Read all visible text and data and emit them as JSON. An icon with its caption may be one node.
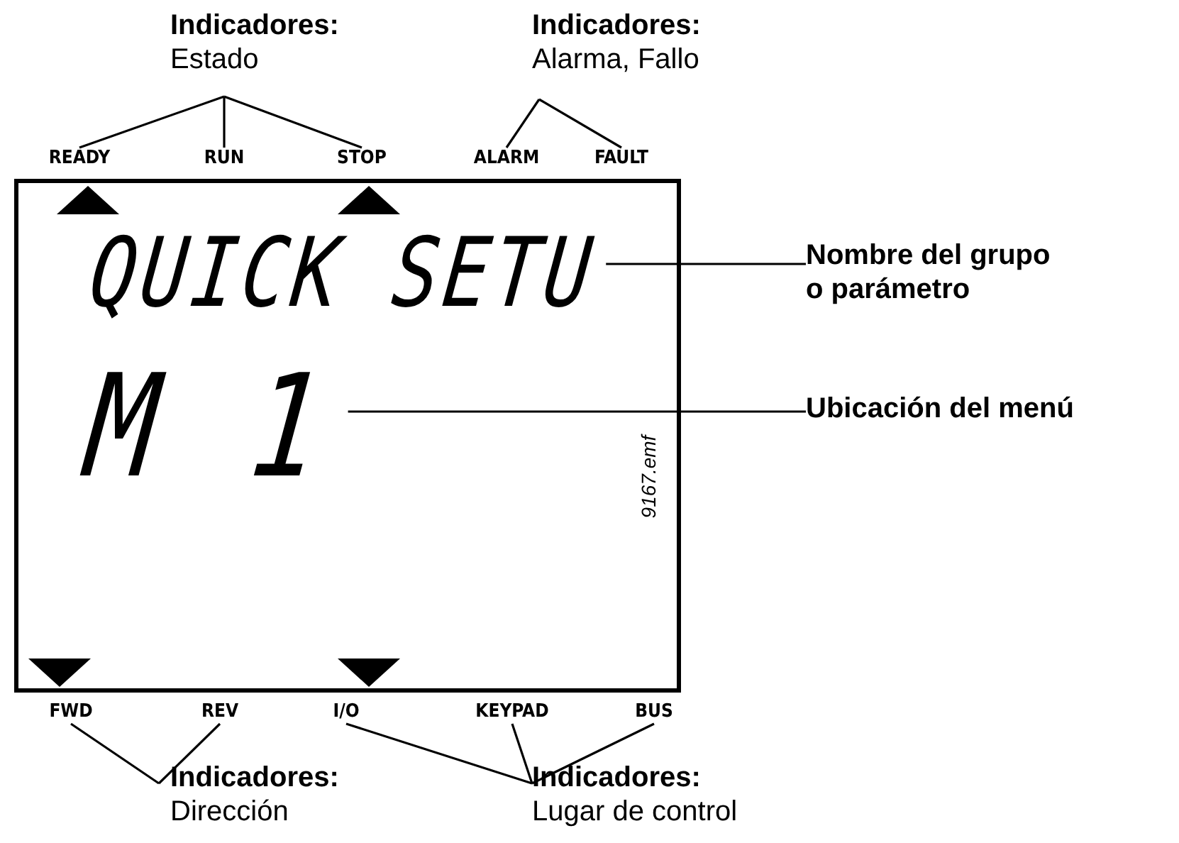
{
  "diagram": {
    "nodes": [
      {
        "text": [
          "Indicadores:",
          "Estado"
        ]
      },
      {
        "text": [
          "Indicadores:",
          "Alarma, Fallo"
        ]
      },
      {
        "text": [
          "READY"
        ]
      },
      {
        "text": [
          "RUN"
        ]
      },
      {
        "text": [
          "STOP"
        ]
      },
      {
        "text": [
          "ALARM"
        ]
      },
      {
        "text": [
          "FAULT"
        ]
      },
      {
        "text": [],
        "shape": "box"
      },
      {
        "text": [
          "QUICK SETU"
        ],
        "in": 7
      },
      {
        "text": [
          "Nombre del grupo o parámetro"
        ]
      },
      {
        "text": [
          "M 1"
        ],
        "in": 7
      },
      {
        "text": [
          "Ubicación del menú"
        ]
      },
      {
        "text": [
          "FWD"
        ]
      },
      {
        "text": [
          "REV"
        ]
      },
      {
        "text": [
          "I/O"
        ]
      },
      {
        "text": [
          "KEYPAD"
        ]
      },
      {
        "text": [
          "BUS"
        ]
      },
      {
        "text": [
          "Indicadores:",
          "Dirección"
        ]
      },
      {
        "text": [
          "Indicadores:",
          "Lugar de control"
        ]
      },
      {
        "text": [],
        "shape": "triangle",
        "in": 7
      },
      {
        "text": [],
        "shape": "triangle",
        "in": 7
      },
      {
        "text": [],
        "shape": "triangle",
        "in": 7
      },
      {
        "text": [],
        "shape": "triangle",
        "in": 7
      }
    ],
    "edges": [
      {
        "from": 0,
        "to": 2,
        "arrow": "none"
      },
      {
        "from": 0,
        "to": 3,
        "arrow": "none"
      },
      {
        "from": 0,
        "to": 4,
        "arrow": "none"
      },
      {
        "from": 1,
        "to": 5,
        "arrow": "none"
      },
      {
        "from": 1,
        "to": 6,
        "arrow": "none"
      },
      {
        "from": 9,
        "to": 8,
        "arrow": "none"
      },
      {
        "from": 11,
        "to": 10,
        "arrow": "none"
      },
      {
        "from": 17,
        "to": 12,
        "arrow": "none"
      },
      {
        "from": 17,
        "to": 13,
        "arrow": "none"
      },
      {
        "from": 18,
        "to": 14,
        "arrow": "none"
      },
      {
        "from": 18,
        "to": 15,
        "arrow": "none"
      },
      {
        "from": 18,
        "to": 16,
        "arrow": "none"
      }
    ],
    "labels": [
      "9167.emf"
    ]
  }
}
